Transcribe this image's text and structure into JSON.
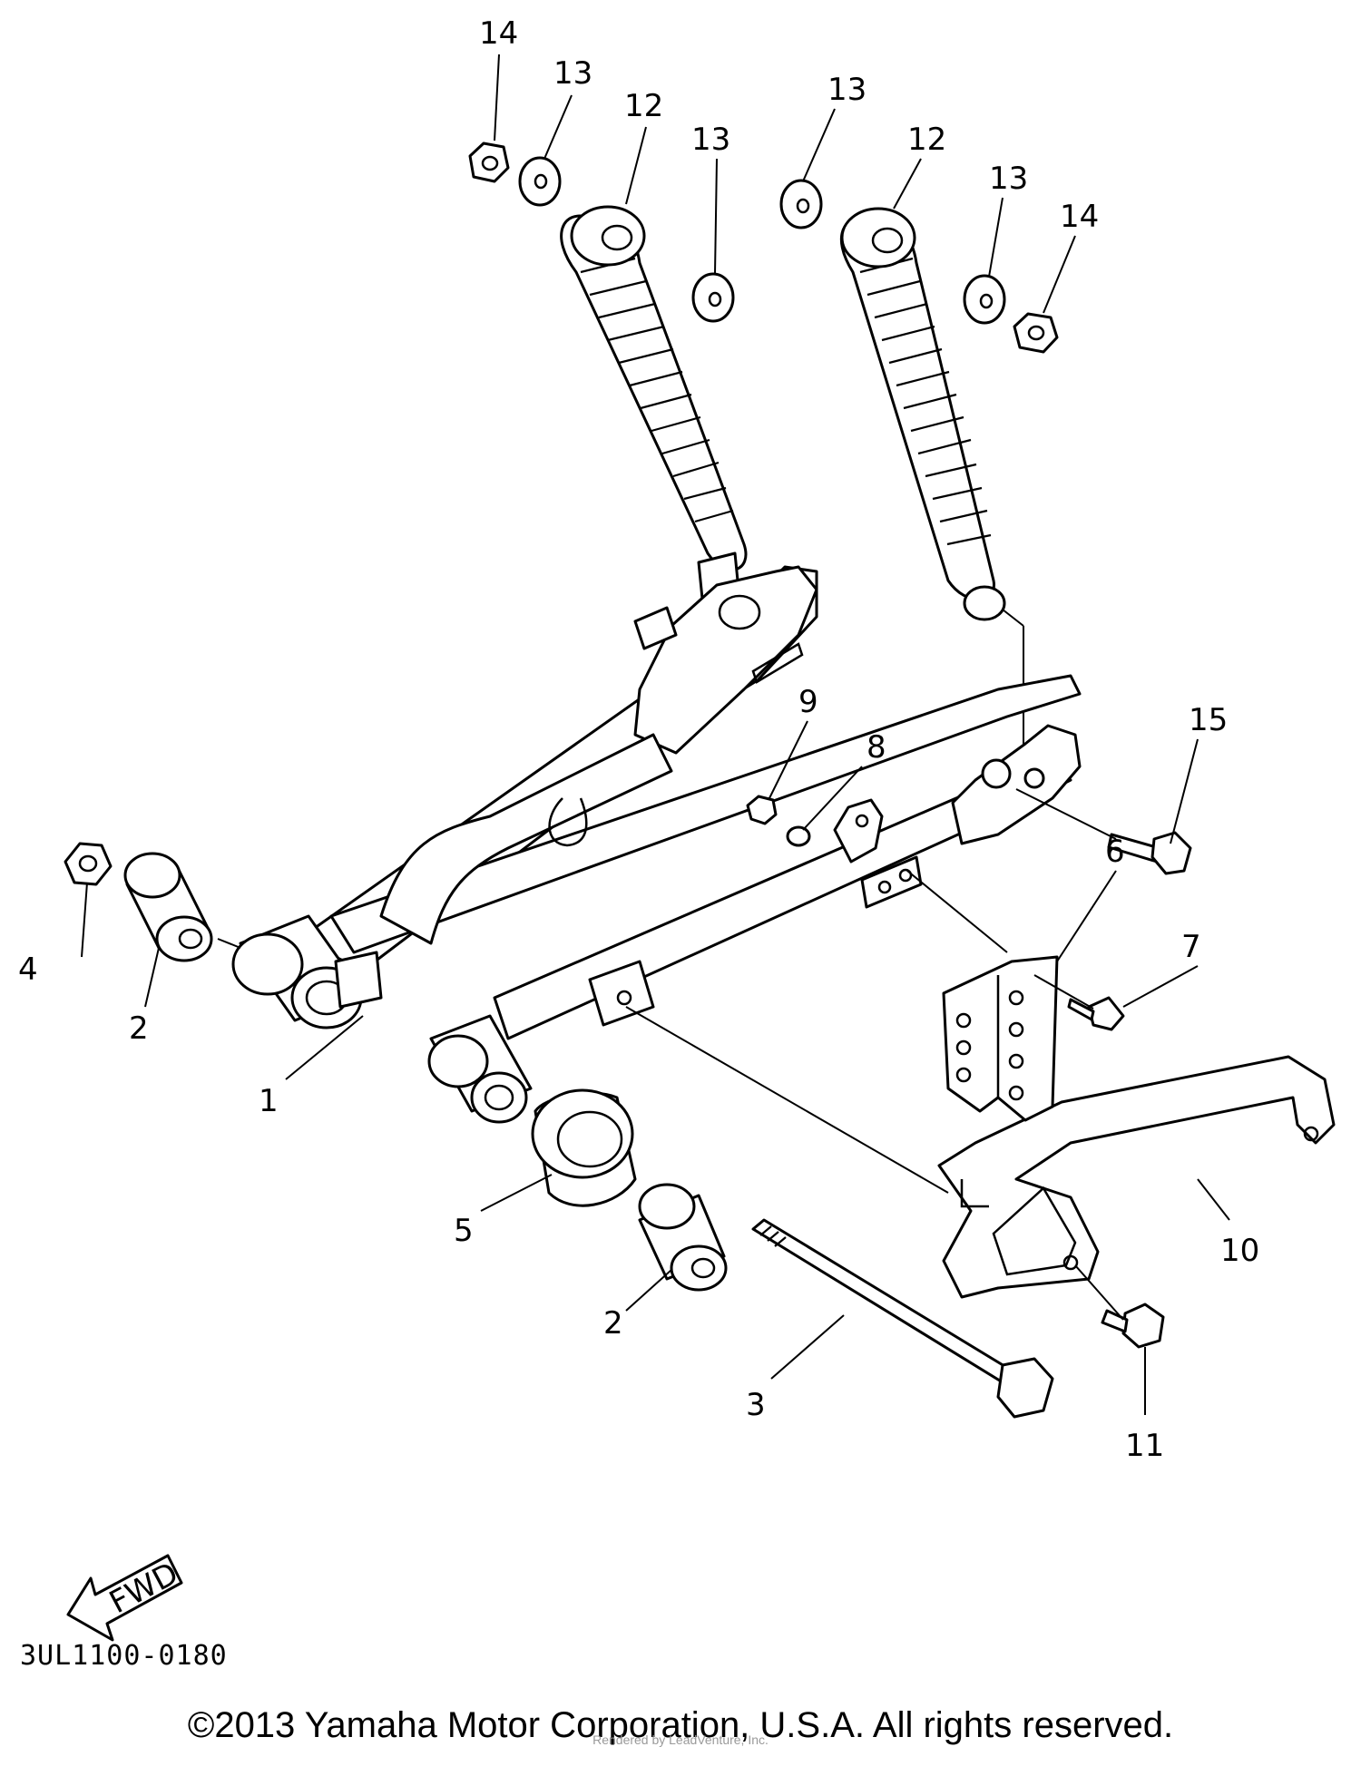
{
  "diagram": {
    "code": "3UL1100-0180",
    "fwd_label": "FWD",
    "callouts": {
      "c1": "1",
      "c2a": "2",
      "c2b": "2",
      "c3": "3",
      "c4": "4",
      "c5": "5",
      "c6": "6",
      "c7": "7",
      "c8": "8",
      "c9": "9",
      "c10": "10",
      "c11": "11",
      "c12a": "12",
      "c12b": "12",
      "c13a": "13",
      "c13b": "13",
      "c13c": "13",
      "c13d": "13",
      "c14a": "14",
      "c14b": "14",
      "c15": "15"
    }
  },
  "footer": {
    "copyright": "©2013 Yamaha Motor Corporation, U.S.A. All rights reserved.",
    "watermark": "Rendered by LeadVenture, Inc."
  }
}
